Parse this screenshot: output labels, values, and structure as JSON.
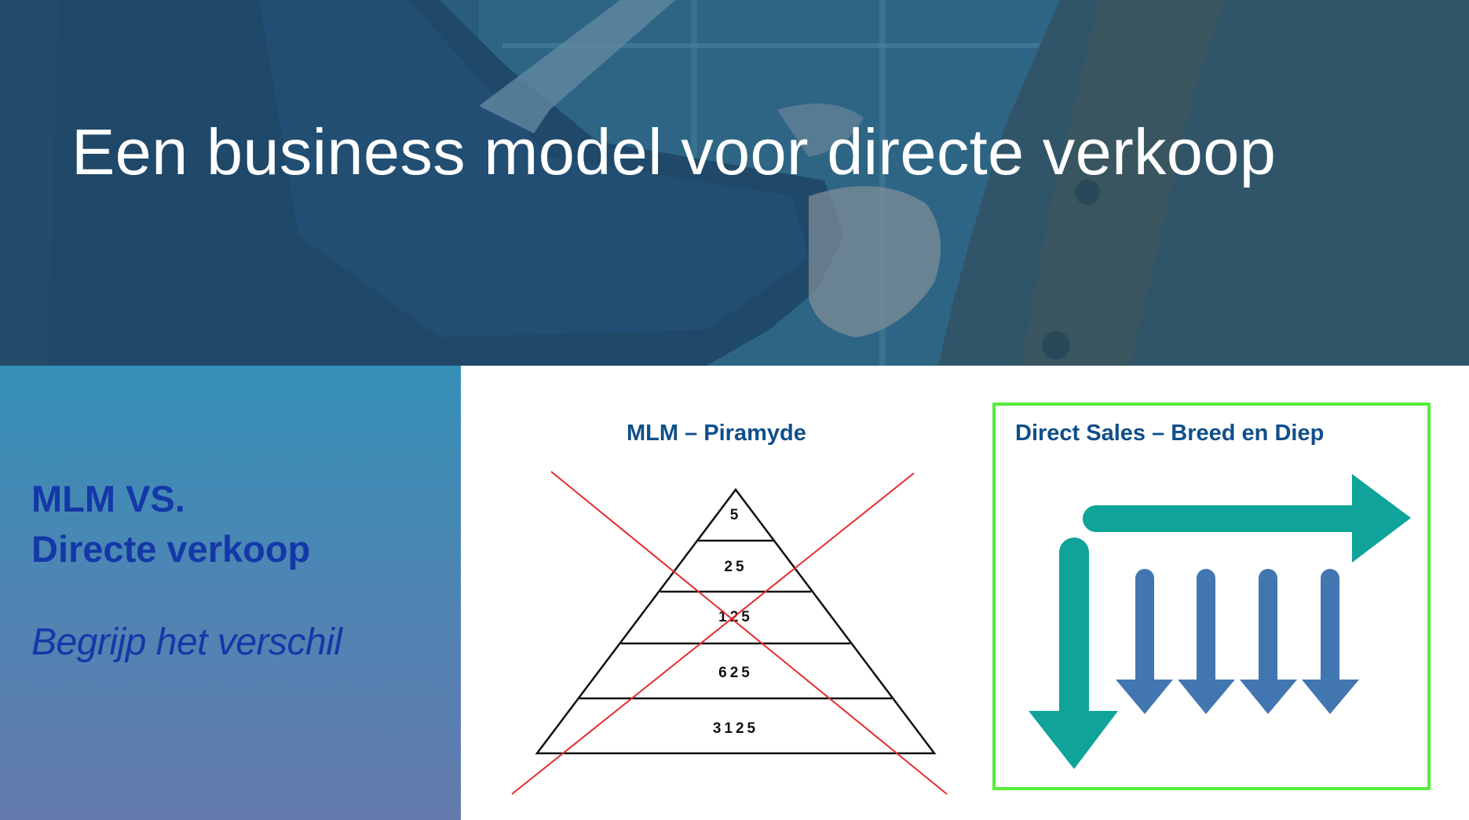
{
  "slide": {
    "title": "Een business model voor directe verkoop"
  },
  "sidebar": {
    "heading_line1": "MLM VS.",
    "heading_line2": "Directe verkoop",
    "subheading": "Begrijp het verschil"
  },
  "mlm_diagram": {
    "title": "MLM – Piramyde",
    "tiers": [
      "5",
      "25",
      "125",
      "625",
      "3125"
    ],
    "crossed_out": true,
    "cross_color": "#e52b2b"
  },
  "direct_sales_diagram": {
    "title": "Direct Sales – Breed en Diep",
    "border_color": "#55ee3a",
    "teal_color": "#0fa39a",
    "blue_color": "#4276b0",
    "small_arrow_count": 4
  },
  "colors": {
    "heading_text": "#1438a8",
    "diagram_title_text": "#0f4f8a",
    "hero_text": "#ffffff"
  }
}
